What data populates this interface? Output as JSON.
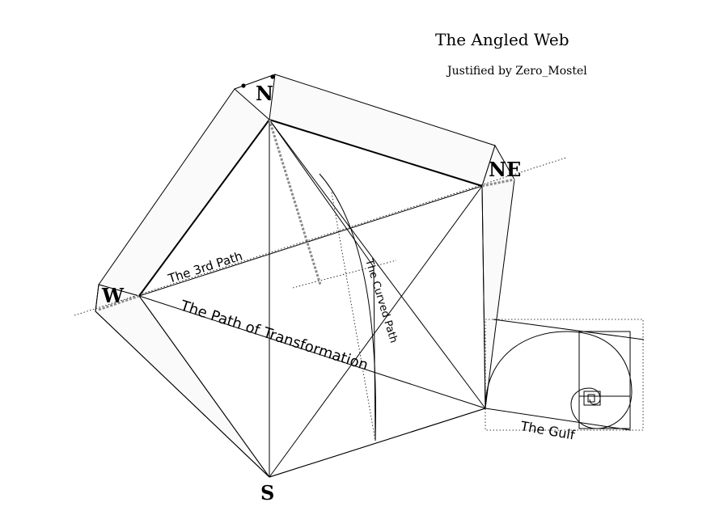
{
  "title": "The Angled Web",
  "subtitle": "Justified by Zero_Mostel",
  "vertices": {
    "north": "N",
    "northeast": "NE",
    "west": "W",
    "south": "S"
  },
  "paths": {
    "third_path": "The 3rd Path",
    "transformation": "The Path of Transformation",
    "curved": "The Curved Path",
    "gulf": "The Gulf"
  }
}
